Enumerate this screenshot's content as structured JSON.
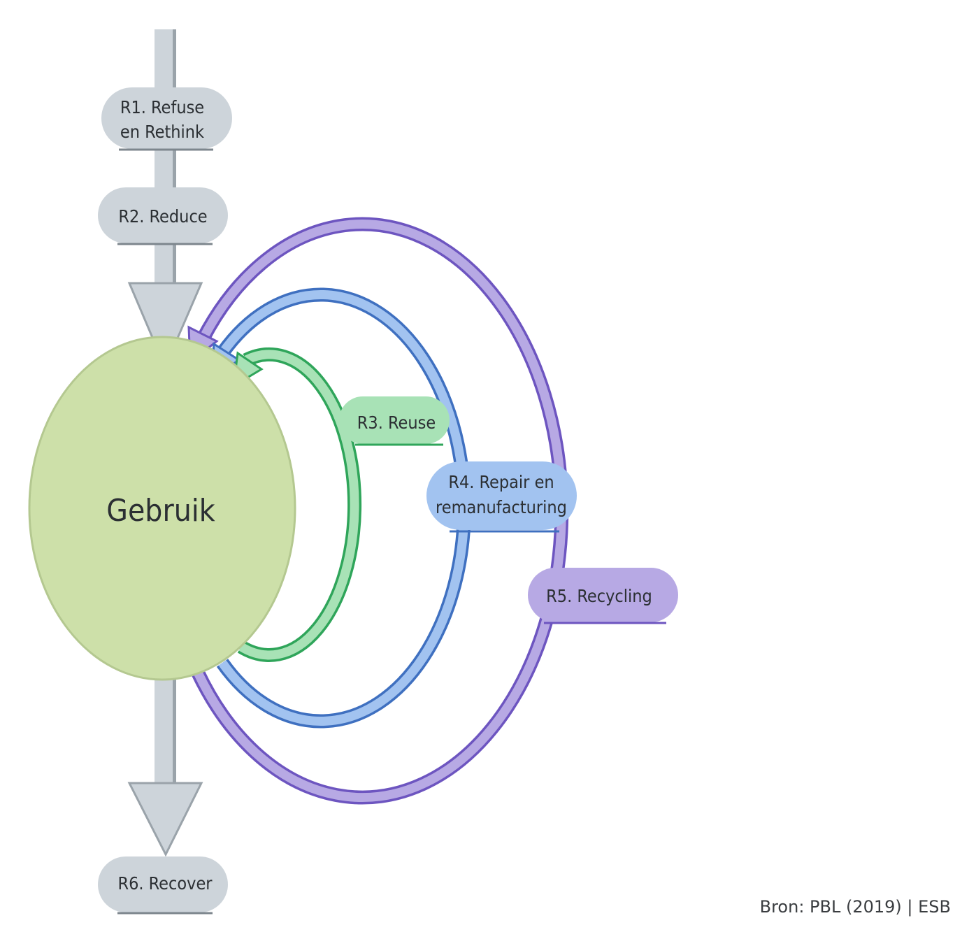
{
  "center": {
    "label": "Gebruik"
  },
  "steps": {
    "r1": {
      "line1": "R1. Refuse",
      "line2": "en Rethink"
    },
    "r2": {
      "label": "R2. Reduce"
    },
    "r3": {
      "label": "R3. Reuse"
    },
    "r4": {
      "line1": "R4. Repair en",
      "line2": "remanufacturing"
    },
    "r5": {
      "label": "R5. Recycling"
    },
    "r6": {
      "label": "R6. Recover"
    }
  },
  "source": "Bron: PBL (2019) | ESB",
  "colors": {
    "gray": "#cdd4da",
    "gray_dark": "#8e979e",
    "green_fill": "#cde0a9",
    "reuse": "#a8e2b6",
    "reuse_dark": "#2fa55a",
    "repair": "#a2c3f0",
    "repair_dark": "#3f70c0",
    "recycle": "#b7a9e4",
    "recycle_dark": "#6d55c0"
  }
}
